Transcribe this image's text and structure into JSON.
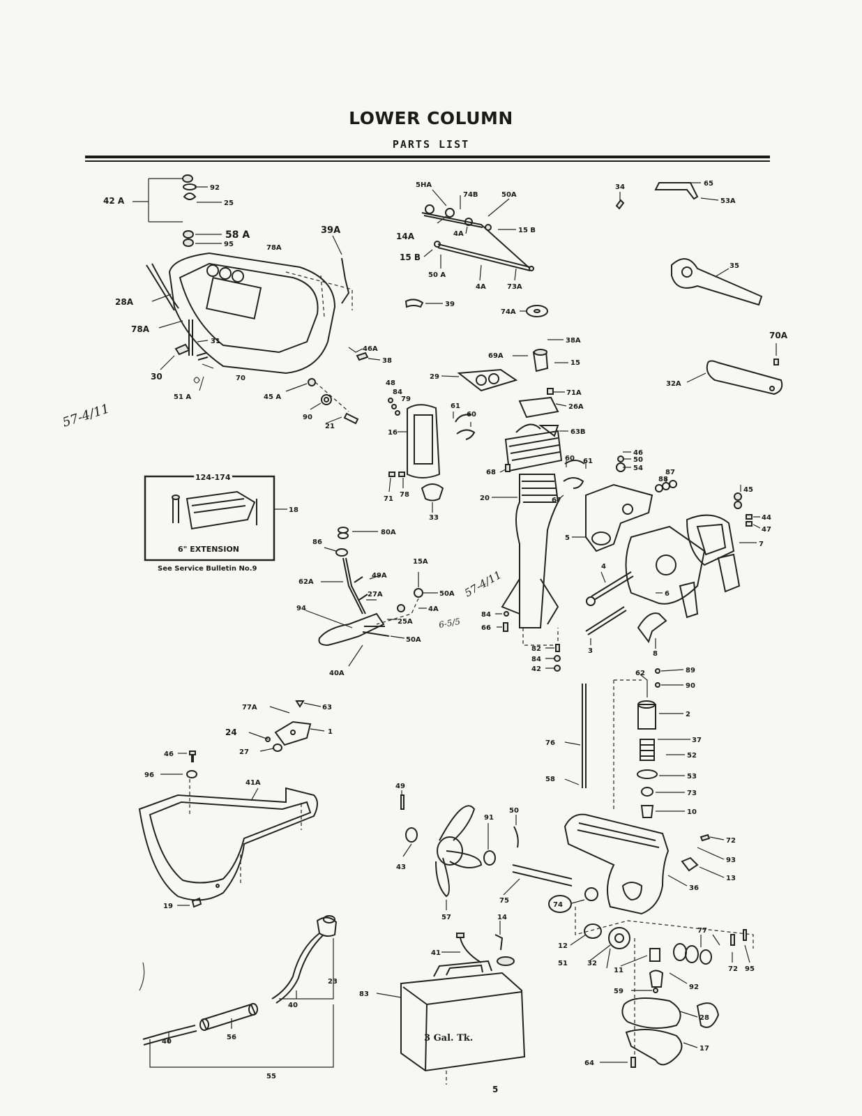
{
  "header": {
    "title": "LOWER COLUMN",
    "subtitle": "PARTS LIST"
  },
  "inset": {
    "range": "124-174",
    "label": "6\" EXTENSION",
    "note": "See Service Bulletin No.9",
    "callout": "18"
  },
  "tank_label": "3 Gal. Tk.",
  "page_number": "5",
  "handwritten": [
    "57-4/11",
    "57-4/11",
    "6-5/5"
  ],
  "callouts": {
    "c42A": "42 A",
    "c92": "92",
    "c25": "25",
    "c58A": "58 A",
    "c95": "95",
    "c78A_top": "78A",
    "c39A": "39A",
    "c28A": "28A",
    "c78A_mid": "78A",
    "c31": "31",
    "c30": "30",
    "c70": "70",
    "c51A": "51 A",
    "c46A": "46A",
    "c38": "38",
    "c45A": "45 A",
    "c90": "90",
    "c21": "21",
    "c5HA": "5HA",
    "c74B": "74B",
    "c50A_top": "50A",
    "c14A": "14A",
    "c15B_left": "15 B",
    "c4A_top": "4A",
    "c15B_right": "15 B",
    "c50A_mid": "50 A",
    "c4A_mid": "4A",
    "c73A": "73A",
    "c39": "39",
    "c74A": "74A",
    "c34": "34",
    "c65": "65",
    "c53A": "53A",
    "c35": "35",
    "c70A": "70A",
    "c32A": "32A",
    "c38A": "38A",
    "c69A": "69A",
    "c15": "15",
    "c29": "29",
    "c71A": "71A",
    "c26A": "26A",
    "c63B": "63B",
    "c48": "48",
    "c84": "84",
    "c79": "79",
    "c61": "61",
    "c60": "60",
    "c16": "16",
    "c71": "71",
    "c78": "78",
    "c33": "33",
    "c68": "68",
    "c20": "20",
    "c60b": "60",
    "c61b": "61",
    "c67": "67",
    "c5": "5",
    "c46r": "46",
    "c50r": "50",
    "c54": "54",
    "c87": "87",
    "c88": "88",
    "c45r": "45",
    "c44": "44",
    "c47": "47",
    "c7": "7",
    "c4r": "4",
    "c6": "6",
    "c3": "3",
    "c8": "8",
    "c80A": "80A",
    "c86": "86",
    "c62A": "62A",
    "c49A": "49A",
    "c27A": "27A",
    "c94": "94",
    "c15A": "15A",
    "c50A_low": "50A",
    "c4A_low": "4A",
    "c25A": "25A",
    "c50A_low2": "50A",
    "c40A": "40A",
    "c84b": "84",
    "c66": "66",
    "c82": "82",
    "c84c": "84",
    "c42": "42",
    "c62": "62",
    "c89": "89",
    "c90b": "90",
    "c2": "2",
    "c37": "37",
    "c52": "52",
    "c53": "53",
    "c73": "73",
    "c10": "10",
    "c76": "76",
    "c58": "58",
    "c77A": "77A",
    "c63": "63",
    "c1": "1",
    "c24": "24",
    "c27": "27",
    "c46b": "46",
    "c96": "96",
    "c41A": "41A",
    "c19": "19",
    "c49": "49",
    "c43": "43",
    "c91": "91",
    "c50b": "50",
    "c57": "57",
    "c75": "75",
    "c74": "74",
    "c72": "72",
    "c93": "93",
    "c13": "13",
    "c36": "36",
    "c12": "12",
    "c51": "51",
    "c32": "32",
    "c11": "11",
    "c77": "77",
    "c72b": "72",
    "c95b": "95",
    "c92b": "92",
    "c59": "59",
    "c28": "28",
    "c17": "17",
    "c64": "64",
    "c41": "41",
    "c14": "14",
    "c23": "23",
    "c83": "83",
    "c40": "40",
    "c56": "56",
    "c40b": "40",
    "c55": "55"
  }
}
